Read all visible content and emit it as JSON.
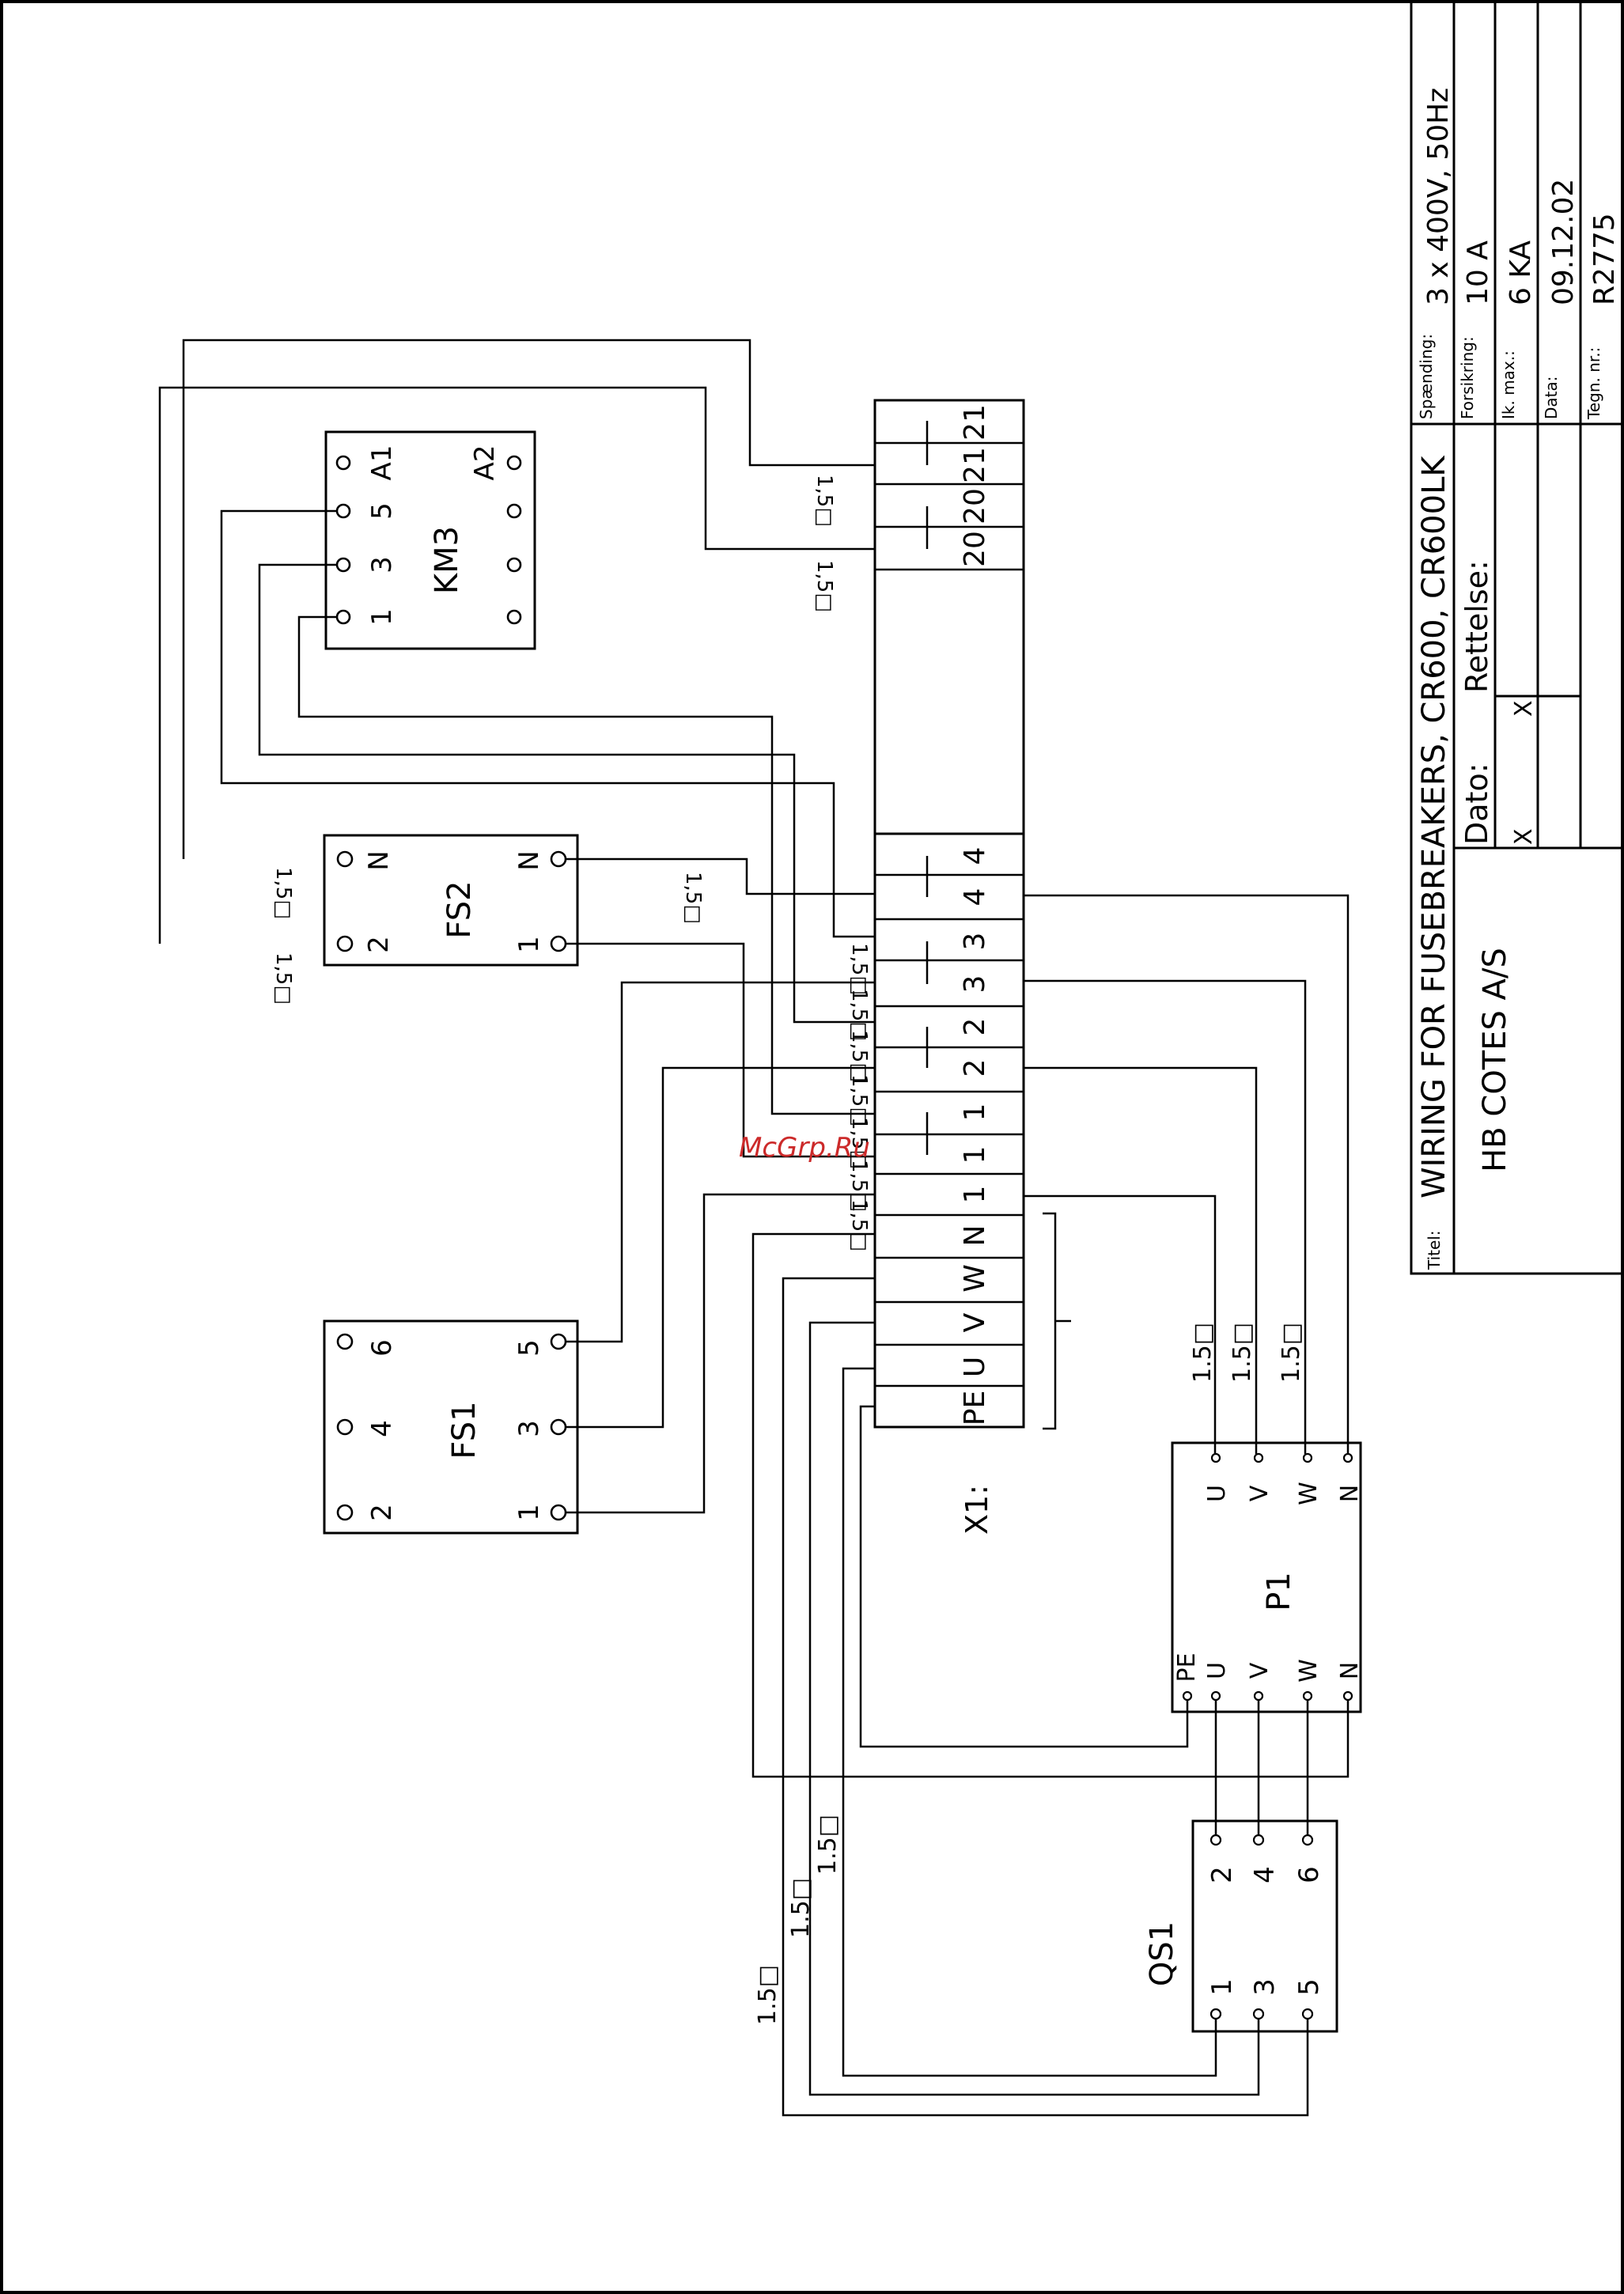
{
  "title_block": {
    "label_title": "Titel:",
    "title": "WIRING FOR FUSEBREAKERS,   CR600, CR600LK",
    "company": "HB COTES A/S",
    "label_date": "Dato:",
    "date_value": "X",
    "label_revision": "Rettelse:",
    "revision_value": "X",
    "label_voltage": "Spænding:",
    "voltage": "3 x 400V, 50Hz",
    "label_fuse": "Forsikring:",
    "fuse": "10 A",
    "label_ik": "Ik. max.:",
    "ik": "6 KA",
    "label_data": "Data:",
    "data_date": "09.12.02",
    "label_drawing": "Tegn. nr.:",
    "drawing_no": "R2775"
  },
  "watermark": "McGrp.Ru",
  "wire_label": "1,5",
  "wire_label_tb": "1.5",
  "components": {
    "km3": {
      "name": "KM3",
      "pins": [
        "A1",
        "5",
        "3",
        "1",
        "A2"
      ]
    },
    "fs2": {
      "name": "FS2",
      "pins": [
        "N",
        "2",
        "N",
        "1"
      ]
    },
    "fs1": {
      "name": "FS1",
      "pins": [
        "6",
        "4",
        "2",
        "5",
        "3",
        "1"
      ]
    },
    "x1": {
      "name": "X1:",
      "terminals": [
        "21",
        "21",
        "20",
        "20",
        "4",
        "4",
        "3",
        "3",
        "2",
        "2",
        "1",
        "1",
        "1",
        "N",
        "W",
        "V",
        "U",
        "PE"
      ]
    },
    "p1": {
      "name": "P1",
      "top_pins": [
        "U",
        "V",
        "W",
        "N"
      ],
      "bottom_pins": [
        "PE",
        "U",
        "V",
        "W",
        "N"
      ]
    },
    "qs1": {
      "name": "QS1",
      "pins": [
        "2",
        "4",
        "6",
        "1",
        "3",
        "5"
      ]
    }
  }
}
